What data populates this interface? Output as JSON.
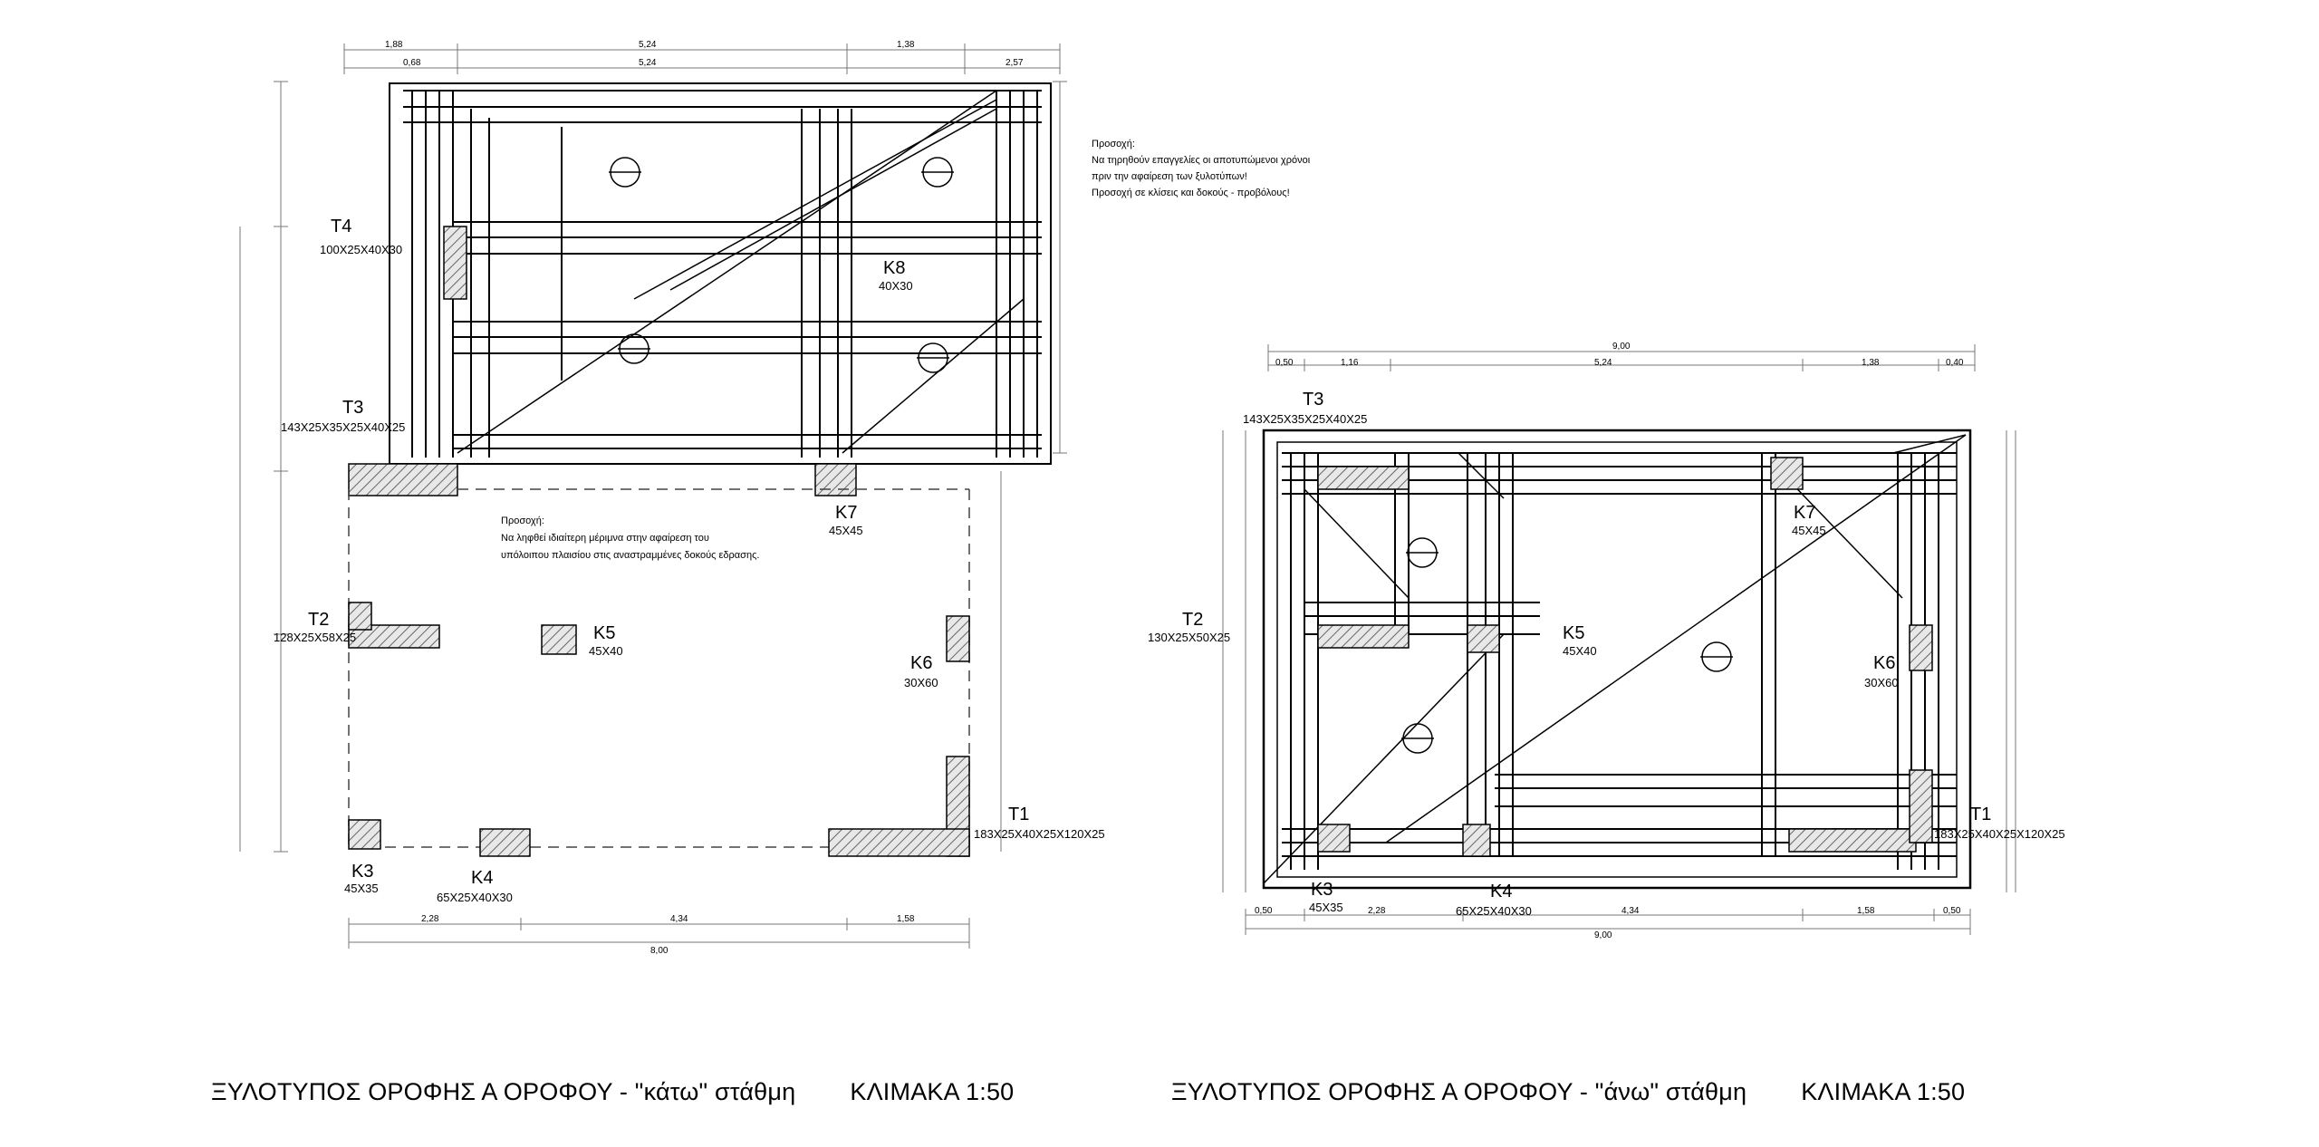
{
  "captions": {
    "left": {
      "title": "ΞΥΛΟΤΥΠΟΣ ΟΡΟΦΗΣ  Α ΟΡΟΦΟΥ - \"κάτω\" στάθμη",
      "scale": "ΚΛΙΜΑΚΑ 1:50"
    },
    "right": {
      "title": "ΞΥΛΟΤΥΠΟΣ ΟΡΟΦΗΣ  Α ΟΡΟΦΟΥ - \"άνω\" στάθμη",
      "scale": "ΚΛΙΜΑΚΑ 1:50"
    }
  },
  "left_plan": {
    "beams": {
      "T4": {
        "name": "T4",
        "dims": "100X25X40X30"
      },
      "T3": {
        "name": "T3",
        "dims": "143X25X35X25X40X25"
      },
      "T2": {
        "name": "T2",
        "dims": "128X25X58X25"
      },
      "T1": {
        "name": "T1",
        "dims": "183X25X40X25X120X25"
      }
    },
    "columns": {
      "K3": {
        "name": "K3",
        "dims": "45X35"
      },
      "K4": {
        "name": "K4",
        "dims": "65X25X40X30"
      },
      "K5": {
        "name": "K5",
        "dims": "45X40"
      },
      "K6": {
        "name": "K6",
        "dims": "30X60"
      },
      "K7": {
        "name": "K7",
        "dims": "45X45"
      },
      "K8": {
        "name": "K8",
        "dims": "40X30"
      }
    },
    "dims": {
      "top_row1": [
        "1,88",
        "5,24",
        "1,38"
      ],
      "top_row2": [
        "0,68",
        "5,24",
        "2,57"
      ],
      "bottom_row1": [
        "2,28",
        "4,34",
        "1,58"
      ],
      "bottom_total": "8,00"
    },
    "note_top": [
      "Προσοχή:",
      "Να τηρηθούν επαγγελίες οι αποτυπώμενοι χρόνοι",
      "πριν την αφαίρεση των ξυλοτύπων!",
      "Προσοχή σε κλίσεις και δοκούς - προβόλους!"
    ],
    "note_mid": [
      "Προσοχή:",
      "Να ληφθεί ιδιαίτερη μέριμνα στην αφαίρεση του",
      "υπόλοιπου πλαισίου στις αναστραμμένες δοκούς εδρασης."
    ]
  },
  "right_plan": {
    "beams": {
      "T3": {
        "name": "T3",
        "dims": "143X25X35X25X40X25"
      },
      "T2": {
        "name": "T2",
        "dims": "130X25X50X25"
      },
      "T1": {
        "name": "T1",
        "dims": "183X25X40X25X120X25"
      }
    },
    "columns": {
      "K3": {
        "name": "K3",
        "dims": "45X35"
      },
      "K4": {
        "name": "K4",
        "dims": "65X25X40X30"
      },
      "K5": {
        "name": "K5",
        "dims": "45X40"
      },
      "K6": {
        "name": "K6",
        "dims": "30X60"
      },
      "K7": {
        "name": "K7",
        "dims": "45X45"
      }
    },
    "dims": {
      "top_row1": [
        "0,50",
        "1,16",
        "5,24",
        "1,38",
        "0,40"
      ],
      "top_total": "9,00",
      "bottom_row1": [
        "0,50",
        "2,28",
        "4,34",
        "1,58",
        "0,50"
      ],
      "bottom_total": "9,00"
    }
  }
}
